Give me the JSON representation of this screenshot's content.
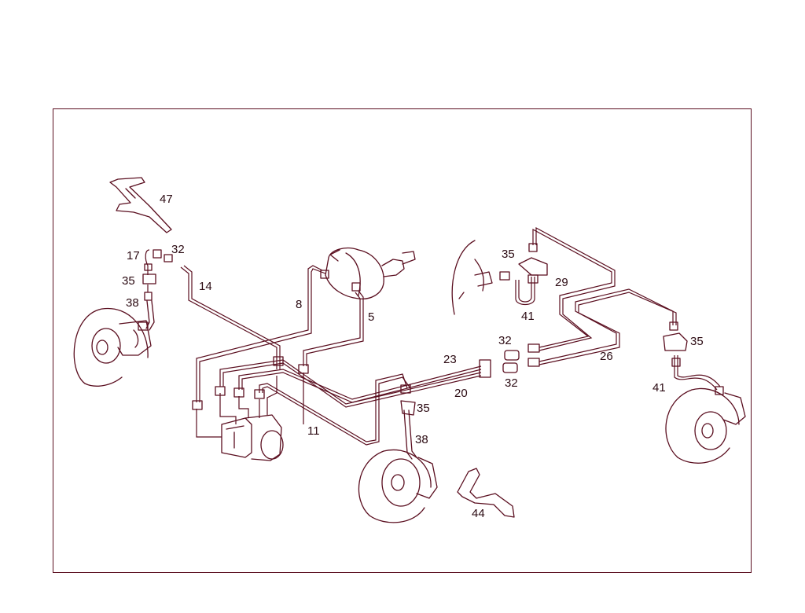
{
  "diagram": {
    "line_color": "#5a0e1f",
    "labels": {
      "n5": "5",
      "n8": "8",
      "n11": "11",
      "n14": "14",
      "n17": "17",
      "n20": "20",
      "n23": "23",
      "n26": "26",
      "n29": "29",
      "n32_a": "32",
      "n32_b": "32",
      "n32_c": "32",
      "n35_a": "35",
      "n35_b": "35",
      "n35_c": "35",
      "n35_d": "35",
      "n38_a": "38",
      "n38_b": "38",
      "n41_a": "41",
      "n41_b": "41",
      "n44": "44",
      "n47": "47"
    }
  }
}
